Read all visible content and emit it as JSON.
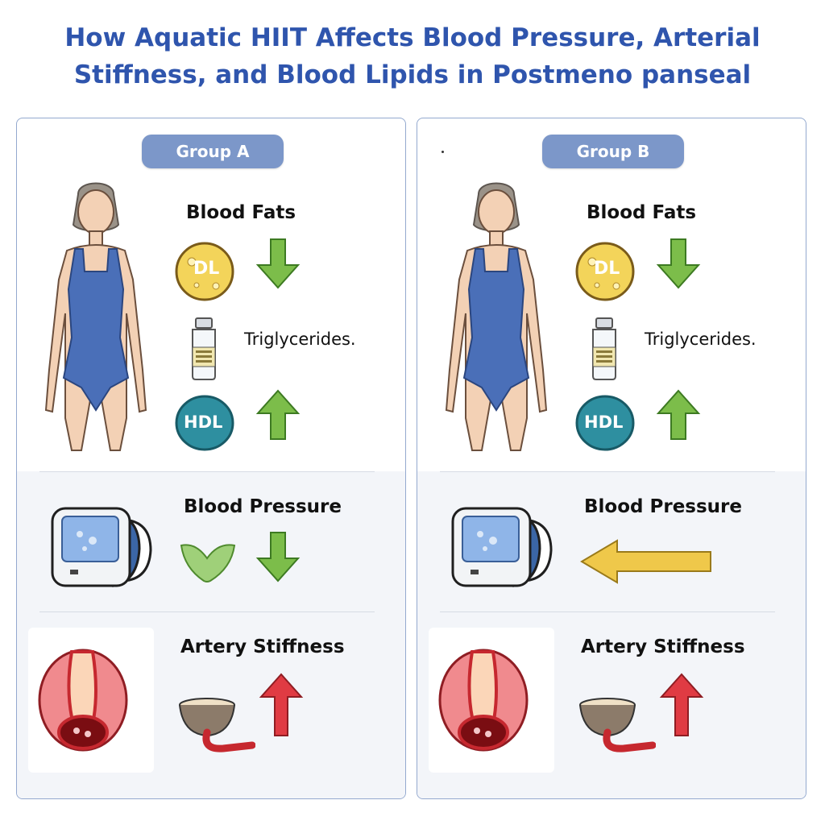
{
  "title": {
    "line1": "How Aquatic HIIT Affects Blood Pressure, Arterial",
    "line2": "Stiffness, and Blood Lipids in Postmeno panseal"
  },
  "colors": {
    "title": "#2f55ad",
    "pill": "#7c97c9",
    "swimsuit": "#4a6fb8",
    "arrow_down": "#7cbd4a",
    "arrow_up_green": "#7cbd4a",
    "arrow_up_red": "#e03b43",
    "arrow_neutral": "#efc84a",
    "ldl_circle": "#f3d45a",
    "hdl_circle": "#2e8fa0"
  },
  "groups": [
    {
      "label": "Group A",
      "blood_fats": {
        "heading": "Blood Fats",
        "ldl_label": "DL",
        "ldl_change": "down",
        "triglycerides_label": "Triglycerides.",
        "hdl_label": "HDL",
        "hdl_change": "up"
      },
      "blood_pressure": {
        "heading": "Blood Pressure",
        "change": "down"
      },
      "artery_stiffness": {
        "heading": "Artery Stiffness",
        "change": "up"
      }
    },
    {
      "label": "Group B",
      "blood_fats": {
        "heading": "Blood Fats",
        "ldl_label": "DL",
        "ldl_change": "down",
        "triglycerides_label": "Triglycerides.",
        "hdl_label": "HDL",
        "hdl_change": "up"
      },
      "blood_pressure": {
        "heading": "Blood Pressure",
        "change": "no change"
      },
      "artery_stiffness": {
        "heading": "Artery Stiffness",
        "change": "up"
      }
    }
  ]
}
